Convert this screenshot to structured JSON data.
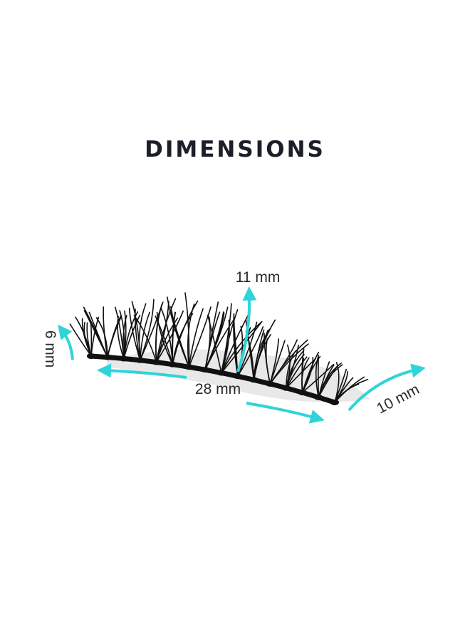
{
  "title": "DIMENSIONS",
  "dimensions": {
    "height_short": "6 mm",
    "height_tall": "11 mm",
    "length": "28 mm",
    "width_end": "10 mm"
  },
  "colors": {
    "accent": "#2fd4d8",
    "lash": "#111111",
    "text": "#1b1f2a"
  }
}
